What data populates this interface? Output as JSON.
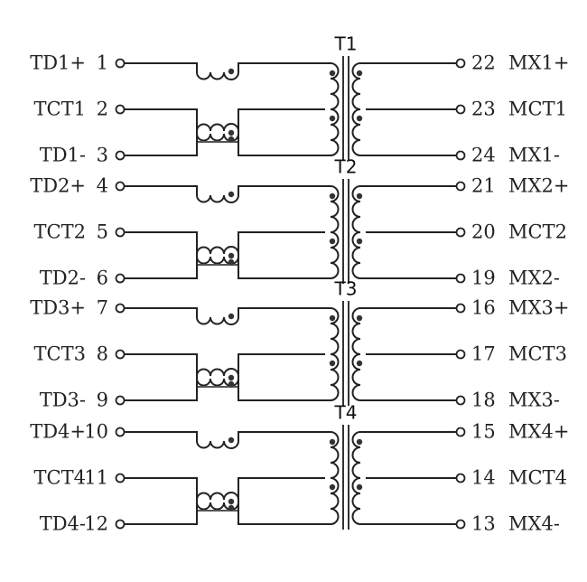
{
  "title": "Quad Ethernet transformer / common-mode choke schematic",
  "colors": {
    "line": "#222222",
    "background": "#ffffff",
    "dot": "#333333"
  },
  "channels": [
    {
      "transformer": "T1",
      "left": [
        {
          "name": "TD1+",
          "pin": "1"
        },
        {
          "name": "TCT1",
          "pin": "2"
        },
        {
          "name": "TD1-",
          "pin": "3"
        }
      ],
      "right": [
        {
          "pin": "22",
          "name": "MX1+"
        },
        {
          "pin": "23",
          "name": "MCT1"
        },
        {
          "pin": "24",
          "name": "MX1-"
        }
      ]
    },
    {
      "transformer": "T2",
      "left": [
        {
          "name": "TD2+",
          "pin": "4"
        },
        {
          "name": "TCT2",
          "pin": "5"
        },
        {
          "name": "TD2-",
          "pin": "6"
        }
      ],
      "right": [
        {
          "pin": "21",
          "name": "MX2+"
        },
        {
          "pin": "20",
          "name": "MCT2"
        },
        {
          "pin": "19",
          "name": "MX2-"
        }
      ]
    },
    {
      "transformer": "T3",
      "left": [
        {
          "name": "TD3+",
          "pin": "7"
        },
        {
          "name": "TCT3",
          "pin": "8"
        },
        {
          "name": "TD3-",
          "pin": "9"
        }
      ],
      "right": [
        {
          "pin": "16",
          "name": "MX3+"
        },
        {
          "pin": "17",
          "name": "MCT3"
        },
        {
          "pin": "18",
          "name": "MX3-"
        }
      ]
    },
    {
      "transformer": "T4",
      "left": [
        {
          "name": "TD4+",
          "pin": "10"
        },
        {
          "name": "TCT4",
          "pin": "11"
        },
        {
          "name": "TD4-",
          "pin": "12"
        }
      ],
      "right": [
        {
          "pin": "15",
          "name": "MX4+"
        },
        {
          "pin": "14",
          "name": "MCT4"
        },
        {
          "pin": "13",
          "name": "MX4-"
        }
      ]
    }
  ]
}
